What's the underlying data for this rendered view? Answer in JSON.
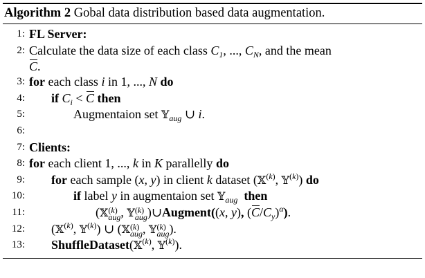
{
  "caption": {
    "label": "Algorithm 2",
    "title": "Gobal data distribution based data augmentation."
  },
  "lines": [
    {
      "num": "1:",
      "kw": "FL Server:"
    },
    {
      "num": "2:",
      "text_a": "Calculate the data size of each class",
      "text_b": ", and the mean"
    },
    {
      "num": "3:",
      "kw_for": "for",
      "text_a": "each class",
      "text_b": "in 1, ..., ",
      "kw_do": "do"
    },
    {
      "num": "4:",
      "kw_if": "if",
      "kw_then": "then"
    },
    {
      "num": "5:",
      "text_a": "Augmentaion set"
    },
    {
      "num": "6:"
    },
    {
      "num": "7:",
      "kw": "Clients:"
    },
    {
      "num": "8:",
      "kw_for": "for",
      "text_a": "each client 1, ..., ",
      "text_b": "in",
      "text_c": "parallelly",
      "kw_do": "do"
    },
    {
      "num": "9:",
      "kw_for": "for",
      "text_a": "each sample",
      "text_b": "in client",
      "text_c": "dataset",
      "kw_do": "do"
    },
    {
      "num": "10:",
      "kw_if": "if",
      "text_a": "label",
      "text_b": "in augmentaion set",
      "kw_then": "then"
    },
    {
      "num": "11:",
      "kw_fn": "Augment"
    },
    {
      "num": "12:"
    },
    {
      "num": "13:",
      "kw_fn": "ShuffleDataset"
    }
  ]
}
